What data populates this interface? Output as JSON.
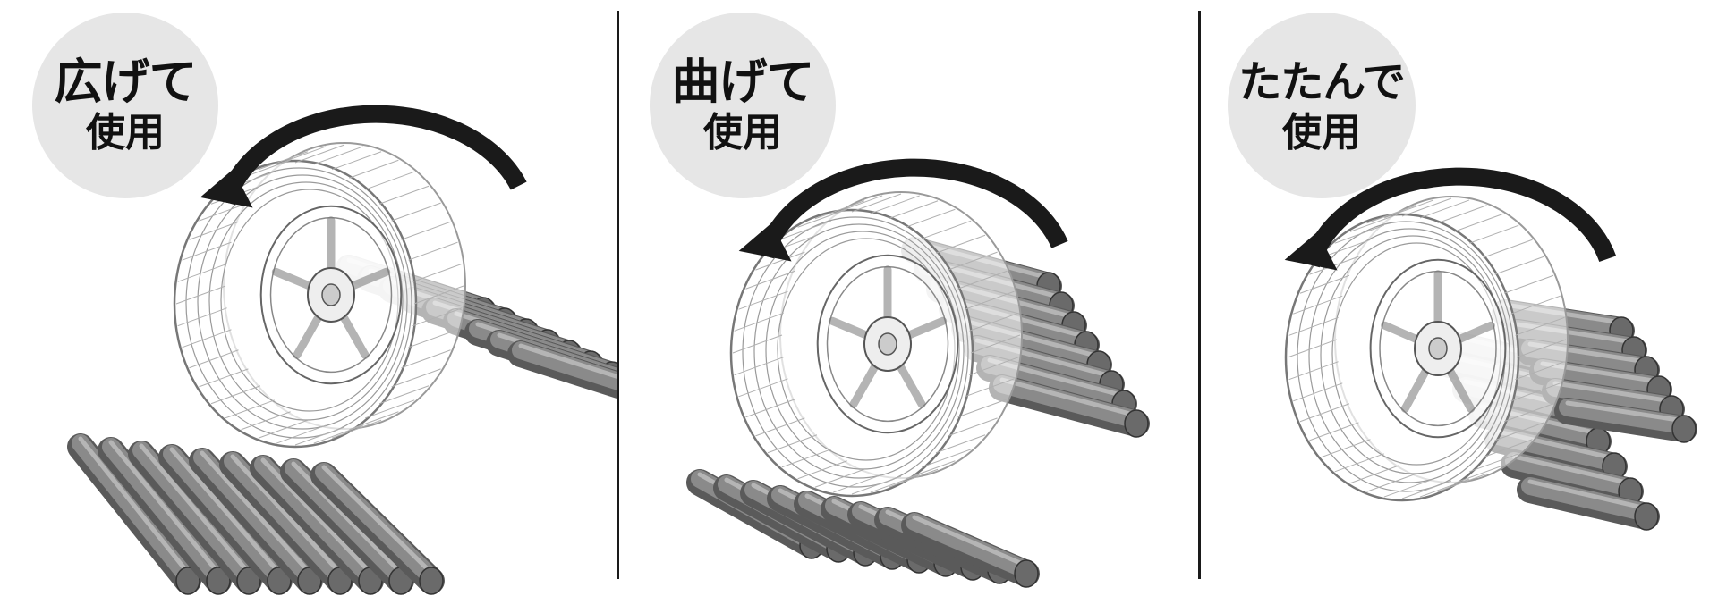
{
  "panels": [
    {
      "line1": "広げて",
      "line2": "使用",
      "mode": "flat"
    },
    {
      "line1": "曲げて",
      "line2": "使用",
      "mode": "bent"
    },
    {
      "line1": "たたんで",
      "line2": "使用",
      "mode": "folded"
    }
  ],
  "colors": {
    "badge": "#e6e6e6",
    "divider": "#1a1a1a",
    "arrow": "#1a1a1a",
    "mat": "#8a8a8a",
    "mat_dark": "#5a5a5a",
    "tire_line": "#9a9a9a"
  },
  "icons": [
    "rotation-arrow-icon",
    "tire-icon",
    "traction-mat-icon"
  ]
}
